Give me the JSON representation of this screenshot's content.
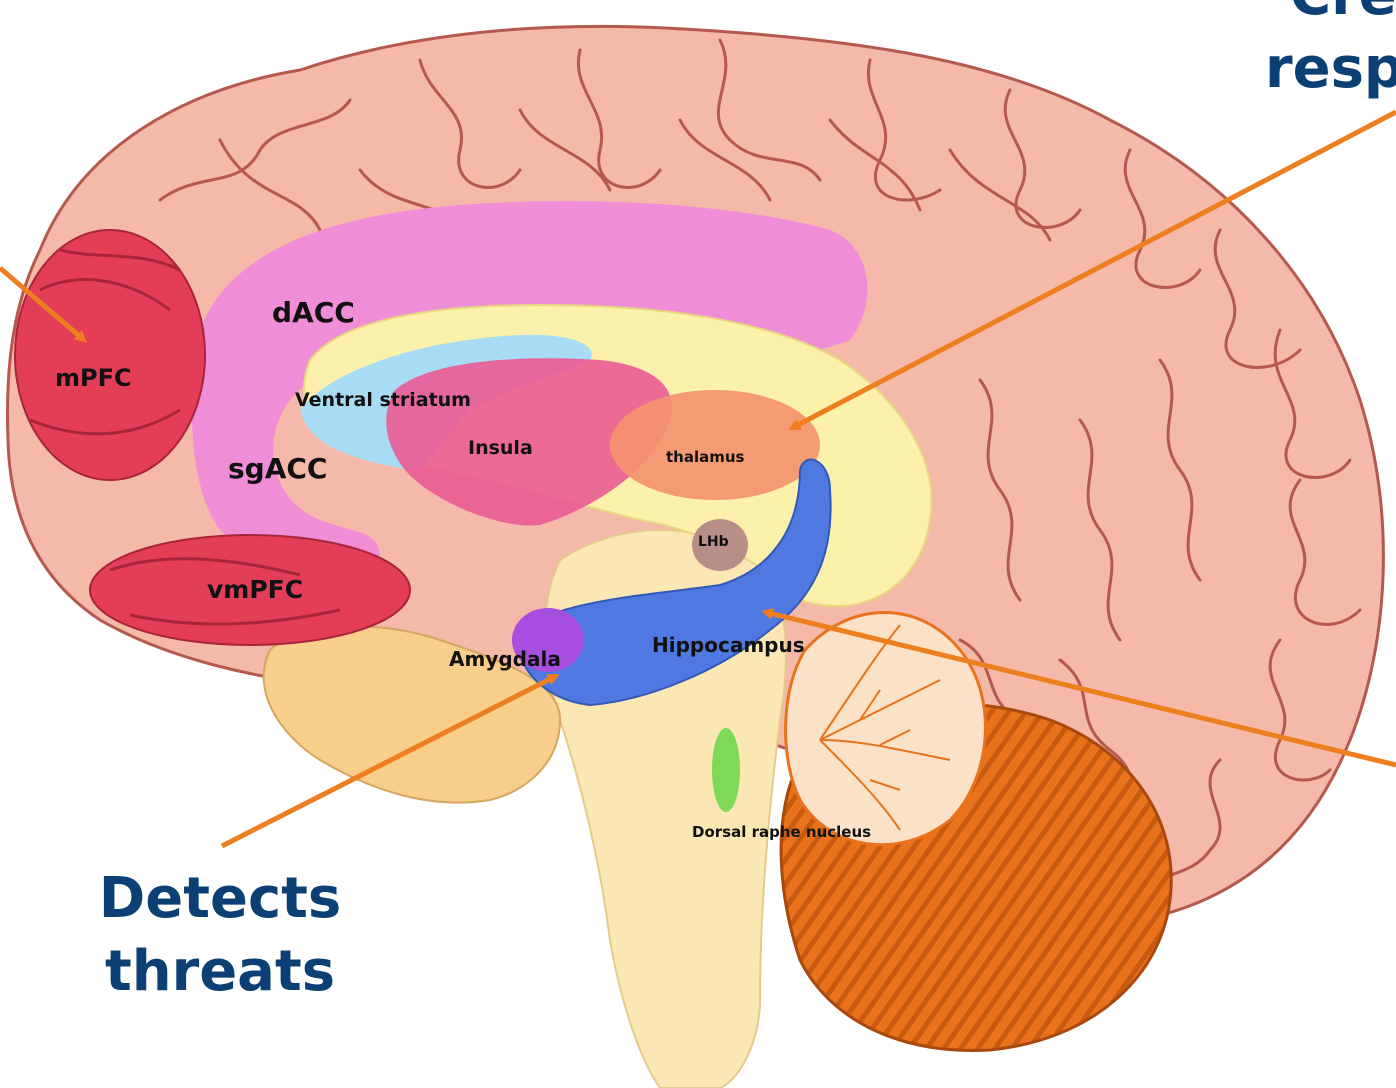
{
  "colors": {
    "cortex": "#f4b9a8",
    "cortex_stroke": "#b5594e",
    "pfc": "#e43d58",
    "cingulate": "#ef8dd6",
    "inner_yellow": "#fbf1ab",
    "striatum": "#a8dcf4",
    "insula": "#ea5b93",
    "thalamus": "#f4946f",
    "hippocampus": "#4f79e0",
    "amygdala": "#a64ee0",
    "brainstem": "#fbe7b4",
    "cerebellum_outer": "#e8731c",
    "cerebellum_inner": "#fbe1c7",
    "raphe": "#7ed957",
    "lhb": "#b88f88",
    "arrow": "#ee7f1e",
    "callout_text": "#0c3f74"
  },
  "regions": {
    "mpfc": "mPFC",
    "dacc": "dACC",
    "sgacc": "sgACC",
    "vmpfc": "vmPFC",
    "ventral_striatum": "Ventral striatum",
    "insula": "Insula",
    "thalamus": "thalamus",
    "lhb": "LHb",
    "amygdala": "Amygdala",
    "hippocampus": "Hippocampus",
    "dorsal_raphe": "Dorsal raphe nucleus"
  },
  "callouts": {
    "amygdala_line1": "Detects",
    "amygdala_line2": "threats",
    "thalamus_line1": "Cre",
    "thalamus_line2": "resp"
  }
}
